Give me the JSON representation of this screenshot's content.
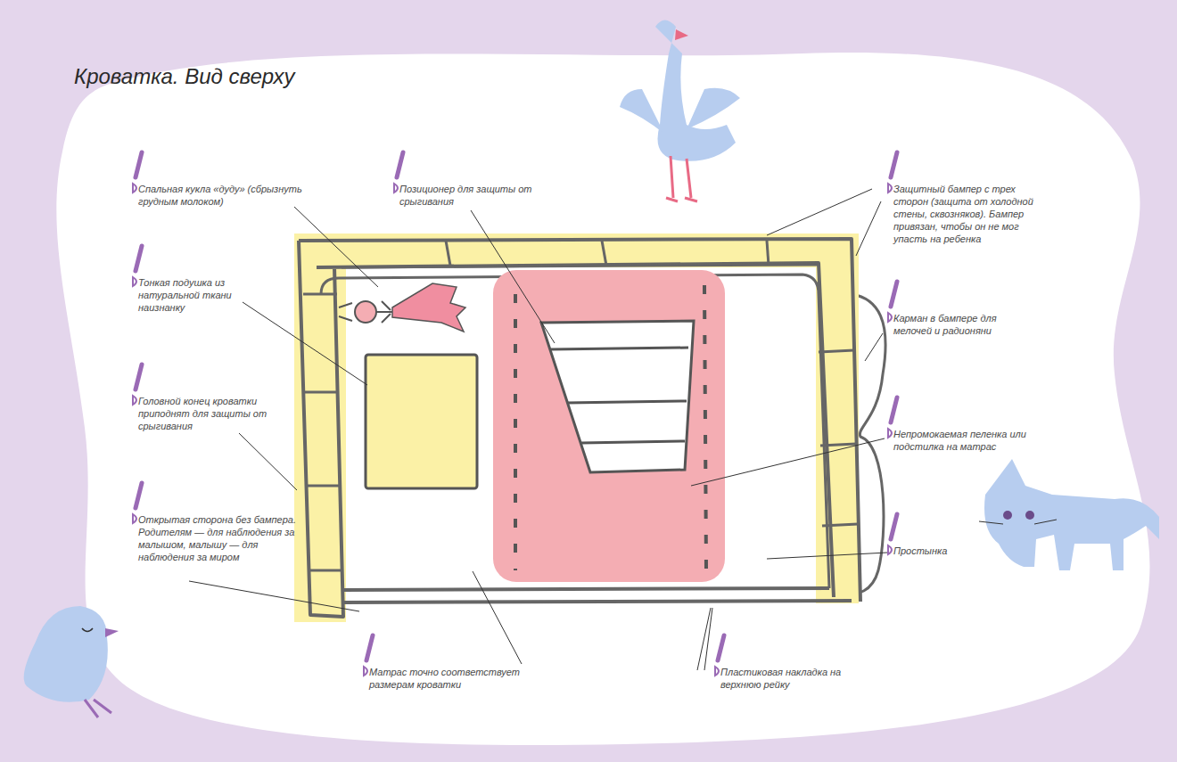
{
  "diagram": {
    "title": "Кроватка. Вид сверху",
    "labels": [
      "Спальная кукла «дуду» (сбрызнуть грудным молоком)",
      "Тонкая подушка из натуральной ткани наизнанку",
      "Головной конец кроватки приподнят для защиты от срыгивания",
      "Открытая сторона без бампера. Родителям — для наблюдения за малышом, малышу — для наблюдения за миром",
      "Позиционер для защиты от срыгивания",
      "Защитный бампер с трех сторон (защита от холодной стены, сквозняков). Бампер привязан, чтобы он не мог упасть на ребенка",
      "Карман в бампере для мелочей и радионяни",
      "Непромокаемая пеленка или подстилка на матрас",
      "Простынка",
      "Матрас точно соответствует размерам кроватки",
      "Пластиковая накладка на верхнюю рейку"
    ]
  }
}
